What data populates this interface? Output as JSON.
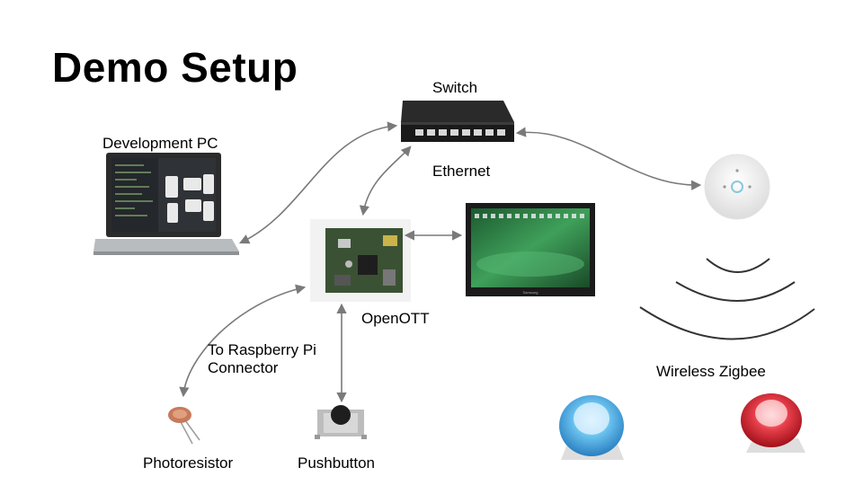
{
  "slide": {
    "title": "Demo Setup",
    "labels": {
      "switch": "Switch",
      "development_pc": "Development PC",
      "ethernet": "Ethernet",
      "openott": "OpenOTT",
      "connector_line1": "To Raspberry Pi",
      "connector_line2": "Connector",
      "wireless_zigbee": "Wireless Zigbee",
      "photoresistor": "Photoresistor",
      "pushbutton": "Pushbutton"
    },
    "device_text": {
      "monitor_brand": "Samsung"
    }
  },
  "colors": {
    "arrow": "#7a7a7a",
    "lamp_blue": "#4aa8e0",
    "lamp_red": "#d4202c",
    "board_green": "#2f4a2a",
    "screen_green": "#2e8a4a"
  }
}
